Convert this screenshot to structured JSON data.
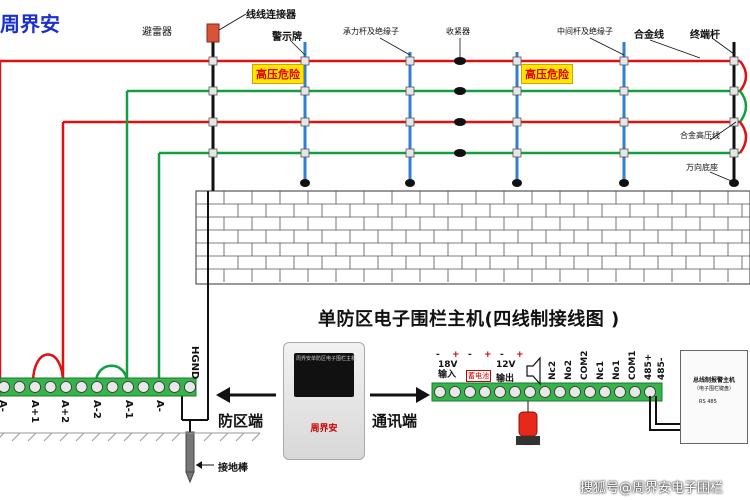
{
  "brand": "周界安",
  "labels": {
    "lightning": "避雷器",
    "connector": "线线连接器",
    "warning_sign": "警示牌",
    "bearing_pole": "承力杆及绝缘子",
    "tensioner": "收紧器",
    "middle_pole": "中间杆及绝缘子",
    "alloy_wire": "合金线",
    "end_pole": "终端杆",
    "hv_wire": "合金高压线",
    "universal_base": "万向底座"
  },
  "signs": [
    "高压危险",
    "高压危险"
  ],
  "title": "单防区电子围栏主机(四线制接线图 )",
  "zone_end": "防区端",
  "comm_end": "通讯端",
  "ground_rod": "接地棒",
  "hgnd": "HGND",
  "left_terminals": [
    "A-",
    "A+1",
    "A+2",
    "A-2",
    "A-1",
    "A-"
  ],
  "unit_logo": "周界安",
  "unit_screen_title": "周界安单防区电子围栏主机",
  "right_terminals": {
    "power_label": "18V\n输入",
    "battery_label": "蓄电池",
    "out_voltage": "12V",
    "out_label": "输出",
    "signs": [
      "-",
      "+",
      "-",
      "+",
      "-",
      "+"
    ],
    "outputs": [
      "Nc2",
      "No2",
      "COM2",
      "Nc1",
      "No1",
      "COM1",
      "485+",
      "485-"
    ]
  },
  "alarm_box": {
    "title": "总线制报警主机",
    "subtitle": "（电子围栏键盘）",
    "rs": "RS 485"
  },
  "watermark": "搜狐号@周界安电子围栏",
  "colors": {
    "red": "#e01010",
    "green": "#10a040",
    "blue_pole": "#2f7fd6",
    "sign_bg": "#ffe600",
    "terminal_green": "#36b34a"
  }
}
